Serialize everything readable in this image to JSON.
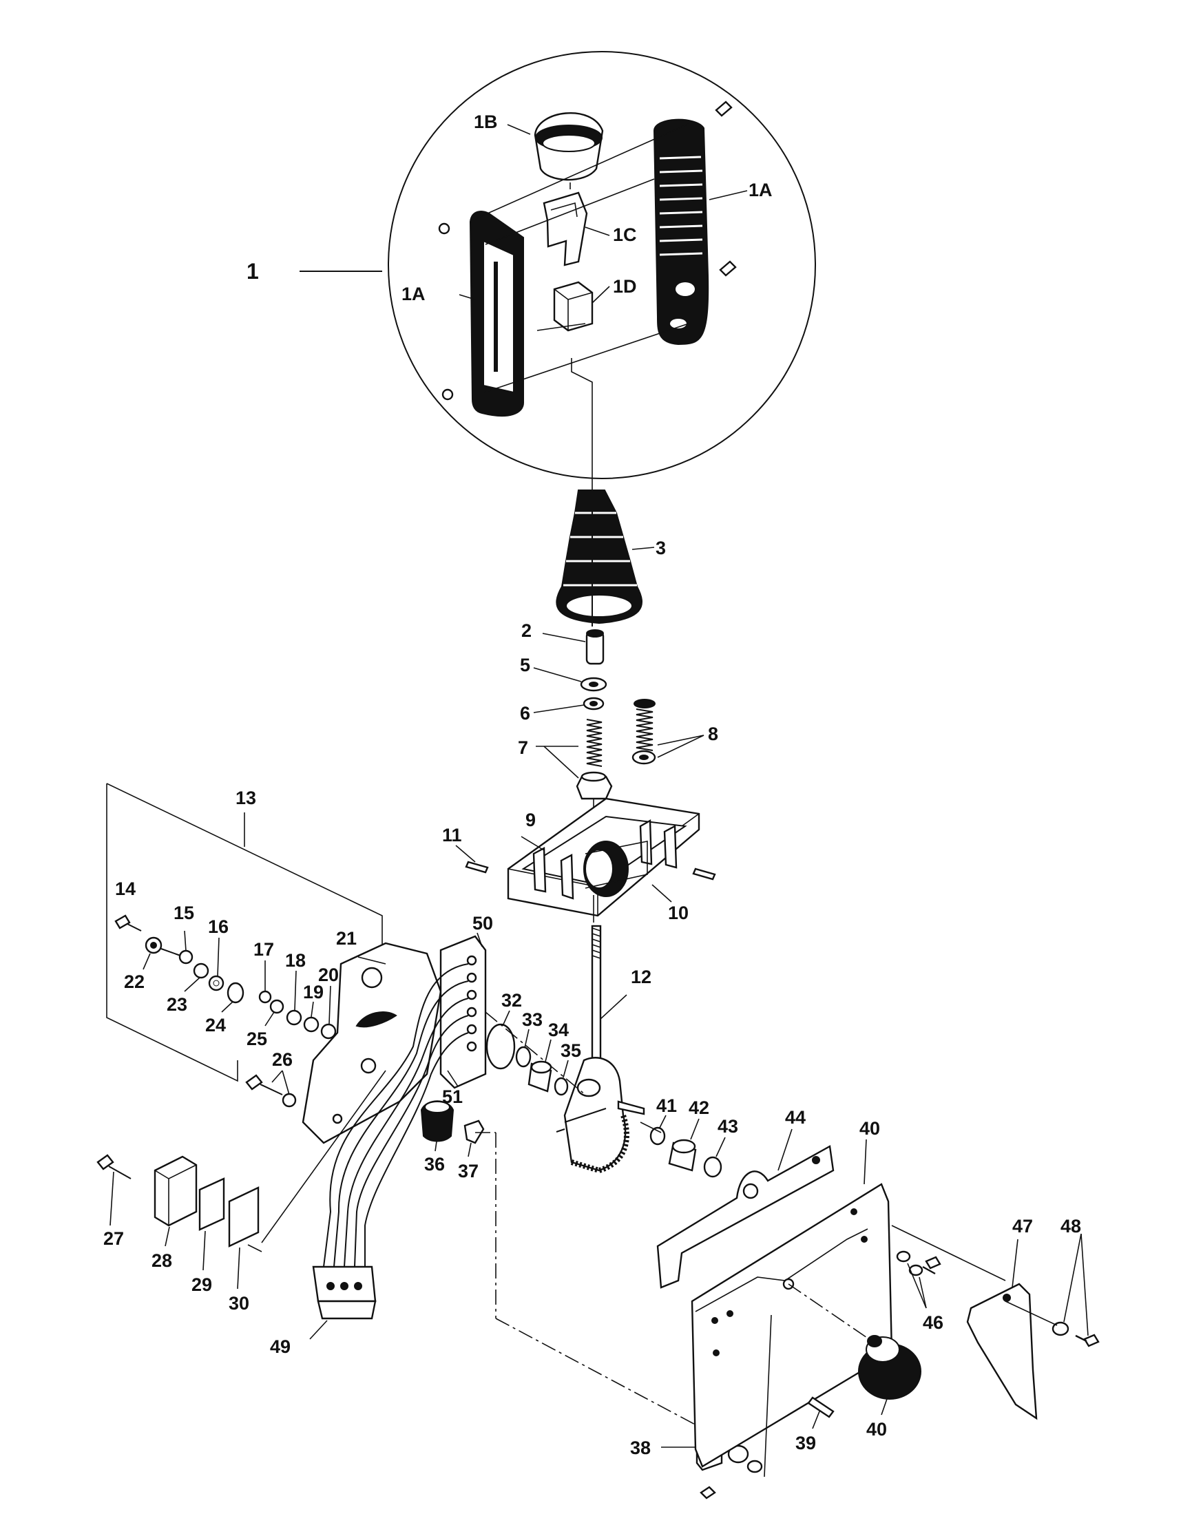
{
  "labels": {
    "p1": "1",
    "p1A_left": "1A",
    "p1A_right": "1A",
    "p1B": "1B",
    "p1C": "1C",
    "p1D": "1D",
    "p2": "2",
    "p3": "3",
    "p5": "5",
    "p6": "6",
    "p7": "7",
    "p8": "8",
    "p9": "9",
    "p10": "10",
    "p11": "11",
    "p12": "12",
    "p13": "13",
    "p14": "14",
    "p15": "15",
    "p16": "16",
    "p17": "17",
    "p18": "18",
    "p19": "19",
    "p20": "20",
    "p21": "21",
    "p22": "22",
    "p23": "23",
    "p24": "24",
    "p25": "25",
    "p26": "26",
    "p27": "27",
    "p28": "28",
    "p29": "29",
    "p30": "30",
    "p32": "32",
    "p33": "33",
    "p34": "34",
    "p35": "35",
    "p36": "36",
    "p37": "37",
    "p38": "38",
    "p39": "39",
    "p40_top": "40",
    "p40_bottom": "40",
    "p41": "41",
    "p42": "42",
    "p43": "43",
    "p44": "44",
    "p46": "46",
    "p47": "47",
    "p48": "48",
    "p49": "49",
    "p50": "50",
    "p51": "51"
  }
}
